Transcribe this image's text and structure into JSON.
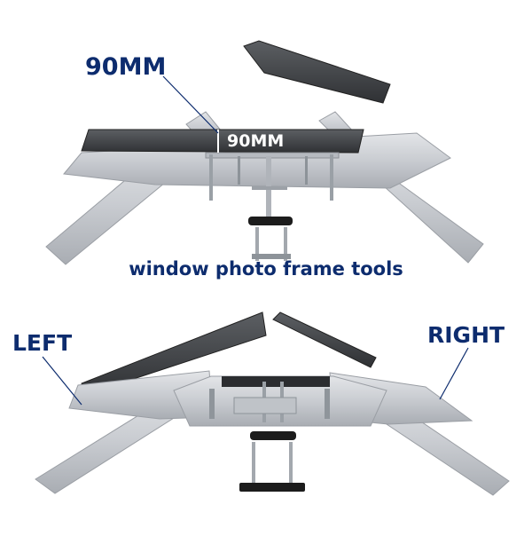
{
  "colors": {
    "label_navy": "#0d2c6e",
    "label_white": "#ffffff",
    "background": "#ffffff",
    "aluminum": "#c9ccd1",
    "aluminum_dark": "#a7abb1",
    "stone": "#4b4e52",
    "stone_edge": "#2a2c2f",
    "steel": "#9aa0a6",
    "handle": "#1c1c1c"
  },
  "labels": {
    "measure_top": "90MM",
    "measure_inner": "90MM",
    "caption": "window photo frame tools",
    "left": "LEFT",
    "right": "RIGHT"
  },
  "products": [
    {
      "name": "assembled-tool",
      "view": "top"
    },
    {
      "name": "disassembled-tool",
      "view": "bottom"
    }
  ]
}
